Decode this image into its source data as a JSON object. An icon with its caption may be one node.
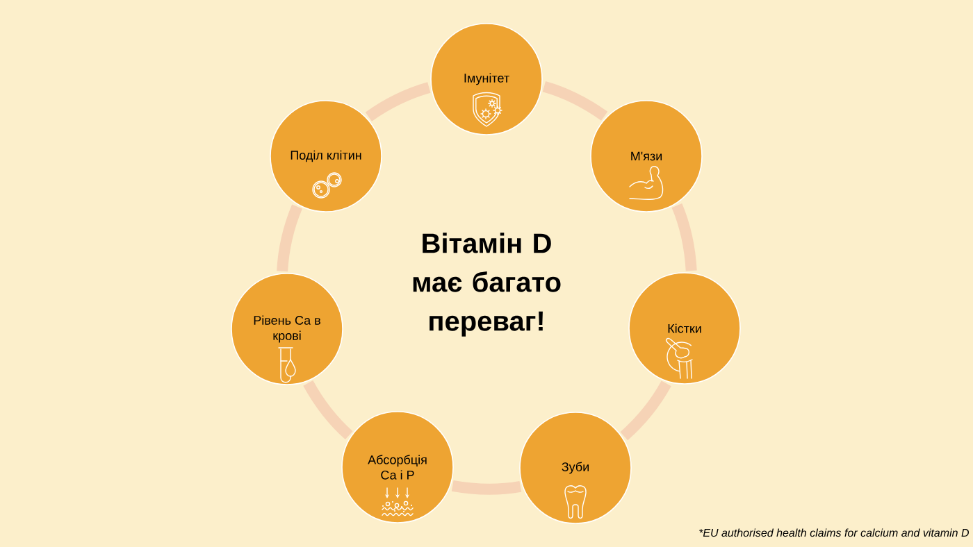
{
  "diagram": {
    "title": "Вітамін D має багато переваг!",
    "caption": "*EU authorised health claims for calcium and vitamin D",
    "nodes": [
      {
        "text": [
          "Імунітет"
        ]
      },
      {
        "text": [
          "М'язи"
        ]
      },
      {
        "text": [
          "Кістки"
        ]
      },
      {
        "text": [
          "Зуби"
        ]
      },
      {
        "text": [
          "Абсорбція Са і Р"
        ]
      },
      {
        "text": [
          "Рівень Са в крові"
        ]
      },
      {
        "text": [
          "Поділ клітин"
        ]
      }
    ],
    "edges": [
      {
        "from": 0,
        "to": 1,
        "arrow": "none"
      },
      {
        "from": 1,
        "to": 2,
        "arrow": "none"
      },
      {
        "from": 2,
        "to": 3,
        "arrow": "none"
      },
      {
        "from": 3,
        "to": 4,
        "arrow": "none"
      },
      {
        "from": 4,
        "to": 5,
        "arrow": "none"
      },
      {
        "from": 5,
        "to": 6,
        "arrow": "none"
      },
      {
        "from": 6,
        "to": 0,
        "arrow": "none"
      }
    ]
  }
}
